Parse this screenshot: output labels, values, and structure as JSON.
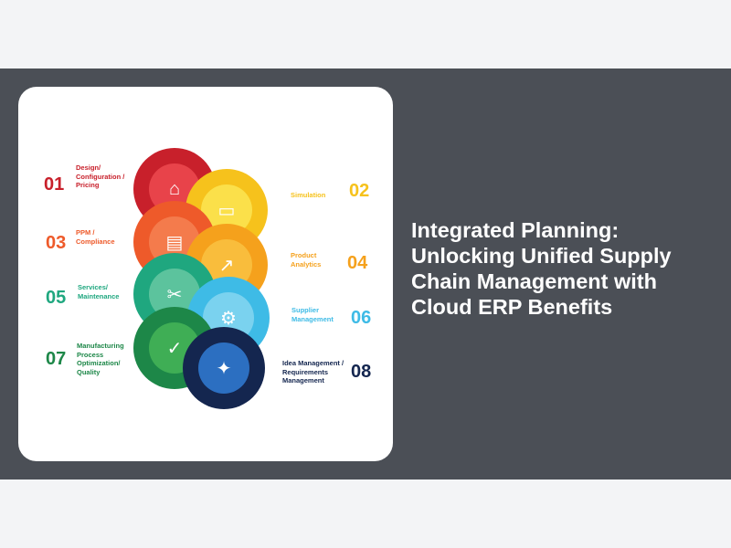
{
  "title": "Integrated Planning: Unlocking Unified Supply Chain Management with Cloud ERP Benefits",
  "items": [
    {
      "num": "01",
      "label": "Design/ Configuration / Pricing",
      "color": "#c8202b",
      "inner": "#e8434a",
      "icon": "⌂"
    },
    {
      "num": "02",
      "label": "Simulation",
      "color": "#f6c21c",
      "inner": "#fbe04a",
      "icon": "▭"
    },
    {
      "num": "03",
      "label": "PPM / Compliance",
      "color": "#ee5a2a",
      "inner": "#f47b4c",
      "icon": "▤"
    },
    {
      "num": "04",
      "label": "Product Analytics",
      "color": "#f5a11c",
      "inner": "#f9bd3c",
      "icon": "↗"
    },
    {
      "num": "05",
      "label": "Services/ Maintenance",
      "color": "#1fa77f",
      "inner": "#5cc39d",
      "icon": "✂"
    },
    {
      "num": "06",
      "label": "Supplier Management",
      "color": "#3ebbe6",
      "inner": "#7ad2ef",
      "icon": "⚙"
    },
    {
      "num": "07",
      "label": "Manufacturing Process Optimization/ Quality",
      "color": "#1d8748",
      "inner": "#3fae55",
      "icon": "✓"
    },
    {
      "num": "08",
      "label": "Idea Management / Requirements Management",
      "color": "#14264f",
      "inner": "#2c6fc1",
      "icon": "✦"
    }
  ]
}
